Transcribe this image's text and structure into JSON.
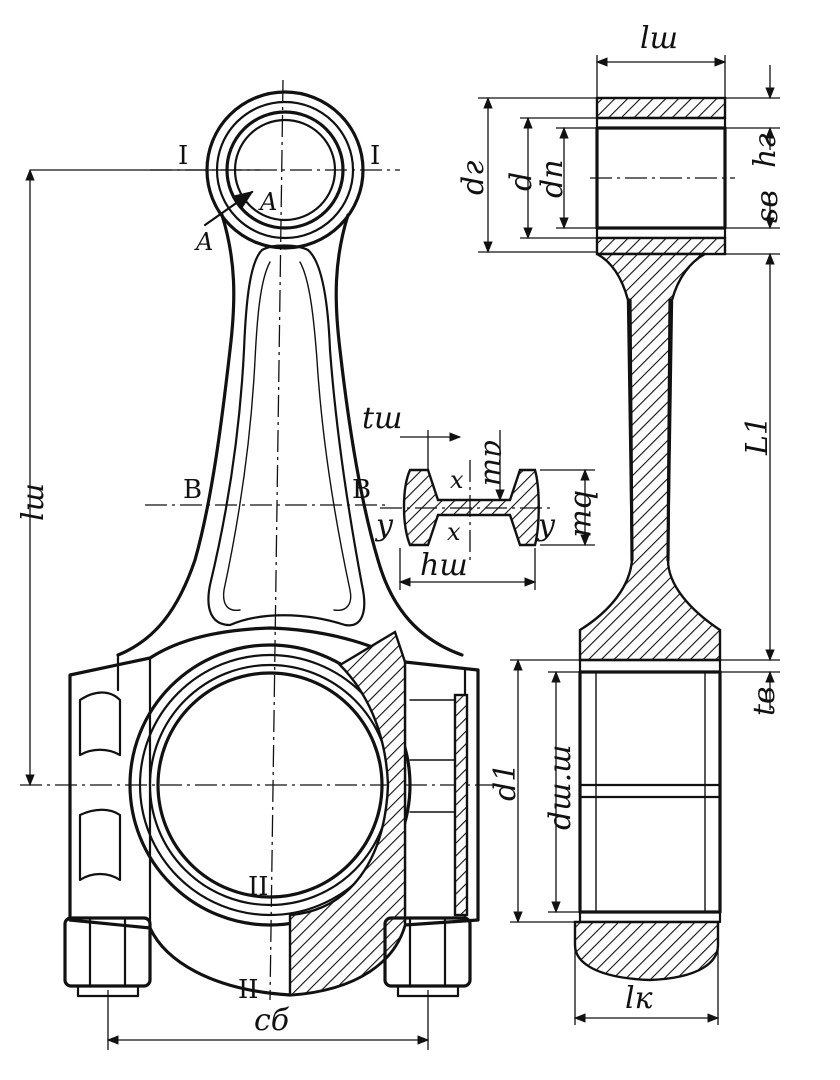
{
  "labels": {
    "section_I_left": "I",
    "section_I_right": "I",
    "section_A": "A",
    "section_A_arrow": "A",
    "section_B_left": "B",
    "section_B_right": "B",
    "section_II_top": "II",
    "section_II_bottom": "II",
    "rod_length": "lш",
    "cross_t": "tш",
    "cross_a": "aш",
    "cross_x_top": "x",
    "cross_x_bottom": "x",
    "cross_y_left": "y",
    "cross_y_right": "y",
    "cross_b": "bш",
    "cross_h": "hш",
    "bolt_spacing": "cб",
    "big_end_dia": "d1",
    "small_end_width": "lш",
    "small_end_outer": "dг",
    "small_end_inner": "d",
    "pin_dia": "dп",
    "small_end_h": "hг",
    "bushing_s": "sв",
    "center_distance": "L1",
    "big_end_t": "tв",
    "journal_dia": "dш.ш",
    "big_end_width": "lк"
  }
}
